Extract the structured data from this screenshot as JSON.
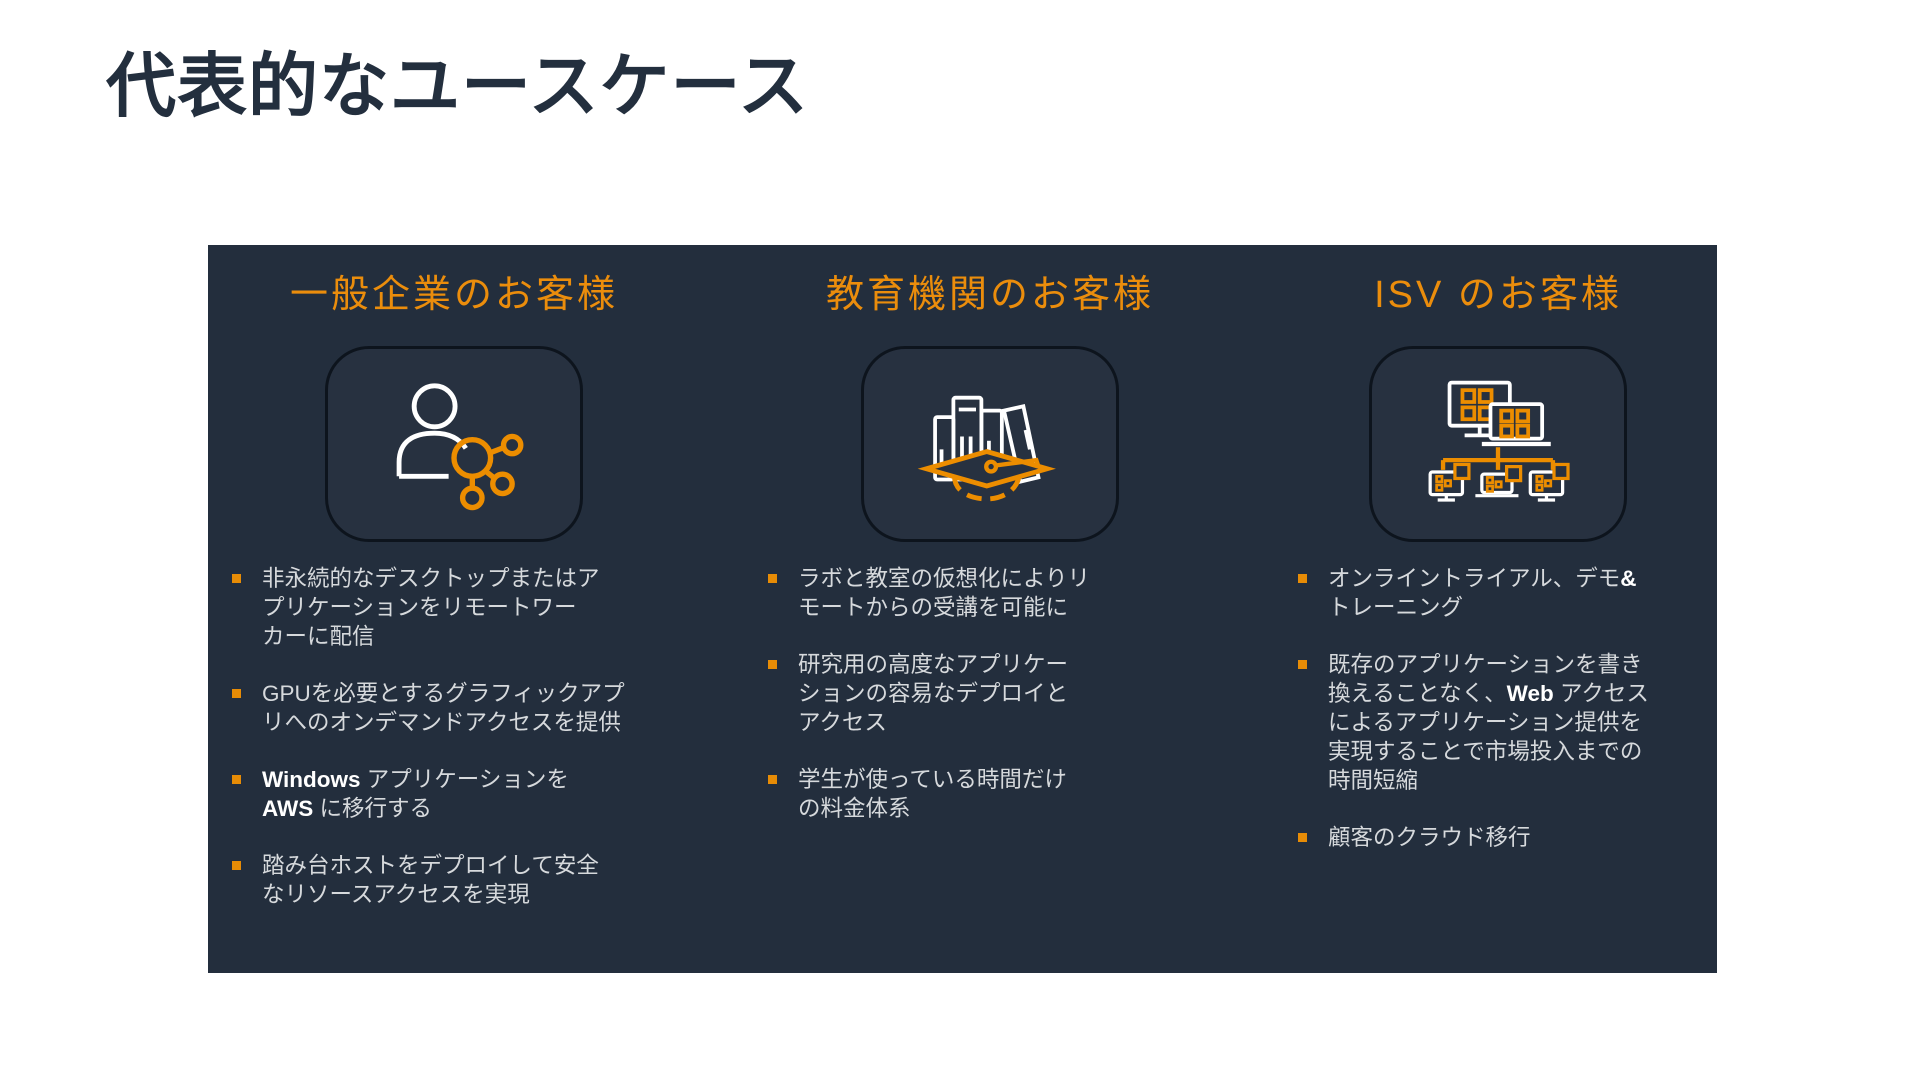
{
  "slide": {
    "title": "代表的なユースケース"
  },
  "panel": {
    "columns": [
      {
        "header": "一般企業のお客様",
        "icon": "person-network-icon",
        "bullets": [
          {
            "segments": [
              {
                "t": "非永続的なデスクトップまたはア\nプリケーションをリモートワー\nカーに配信",
                "b": false
              }
            ]
          },
          {
            "segments": [
              {
                "t": "GPUを必要とするグラフィックアプ\nリへのオンデマンドアクセスを提供",
                "b": false
              }
            ]
          },
          {
            "segments": [
              {
                "t": "Windows",
                "b": true
              },
              {
                "t": " アプリケーションを\n",
                "b": false
              },
              {
                "t": "AWS",
                "b": true
              },
              {
                "t": " に移行する",
                "b": false
              }
            ]
          },
          {
            "segments": [
              {
                "t": "踏み台ホストをデプロイして安全\nなリソースアクセスを実現",
                "b": false
              }
            ]
          }
        ]
      },
      {
        "header": "教育機関のお客様",
        "icon": "education-books-icon",
        "bullets": [
          {
            "segments": [
              {
                "t": "ラボと教室の仮想化によりリ\nモートからの受講を可能に",
                "b": false
              }
            ]
          },
          {
            "segments": [
              {
                "t": "研究用の高度なアプリケー\nションの容易なデプロイと\nアクセス",
                "b": false
              }
            ]
          },
          {
            "segments": [
              {
                "t": "学生が使っている時間だけ\nの料金体系",
                "b": false
              }
            ]
          }
        ]
      },
      {
        "header": "ISV のお客様",
        "icon": "isv-devices-icon",
        "bullets": [
          {
            "segments": [
              {
                "t": "オンライントライアル、デモ",
                "b": false
              },
              {
                "t": "&",
                "b": true
              },
              {
                "t": "\nトレーニング",
                "b": false
              }
            ]
          },
          {
            "segments": [
              {
                "t": "既存のアプリケーションを書き\n換えることなく、",
                "b": false
              },
              {
                "t": "Web",
                "b": true
              },
              {
                "t": " アクセス\nによるアプリケーション提供を\n実現することで市場投入までの\n時間短縮",
                "b": false
              }
            ]
          },
          {
            "segments": [
              {
                "t": "顧客のクラウド移行",
                "b": false
              }
            ]
          }
        ]
      }
    ]
  },
  "colors": {
    "panel_background": "#232E3D",
    "accent_orange": "#EB8D0C",
    "bullet_square_orange": "#E78C06",
    "title_text": "#232F3E",
    "body_text": "#D6D9DC",
    "bold_text": "#FFFFFF",
    "icon_stroke_white": "#FFFFFF",
    "icon_box_border": "#0D141D",
    "icon_box_background": "#273140"
  }
}
